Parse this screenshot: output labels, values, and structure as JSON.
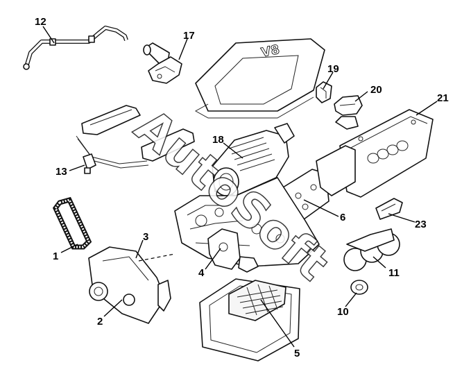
{
  "watermark": "AutoSoft",
  "engine_badge": "V8",
  "callouts": {
    "c1": "1",
    "c2": "2",
    "c3": "3",
    "c4": "4",
    "c5": "5",
    "c6": "6",
    "c10": "10",
    "c11": "11",
    "c12": "12",
    "c13": "13",
    "c17": "17",
    "c18": "18",
    "c19": "19",
    "c20": "20",
    "c21": "21",
    "c23": "23"
  }
}
